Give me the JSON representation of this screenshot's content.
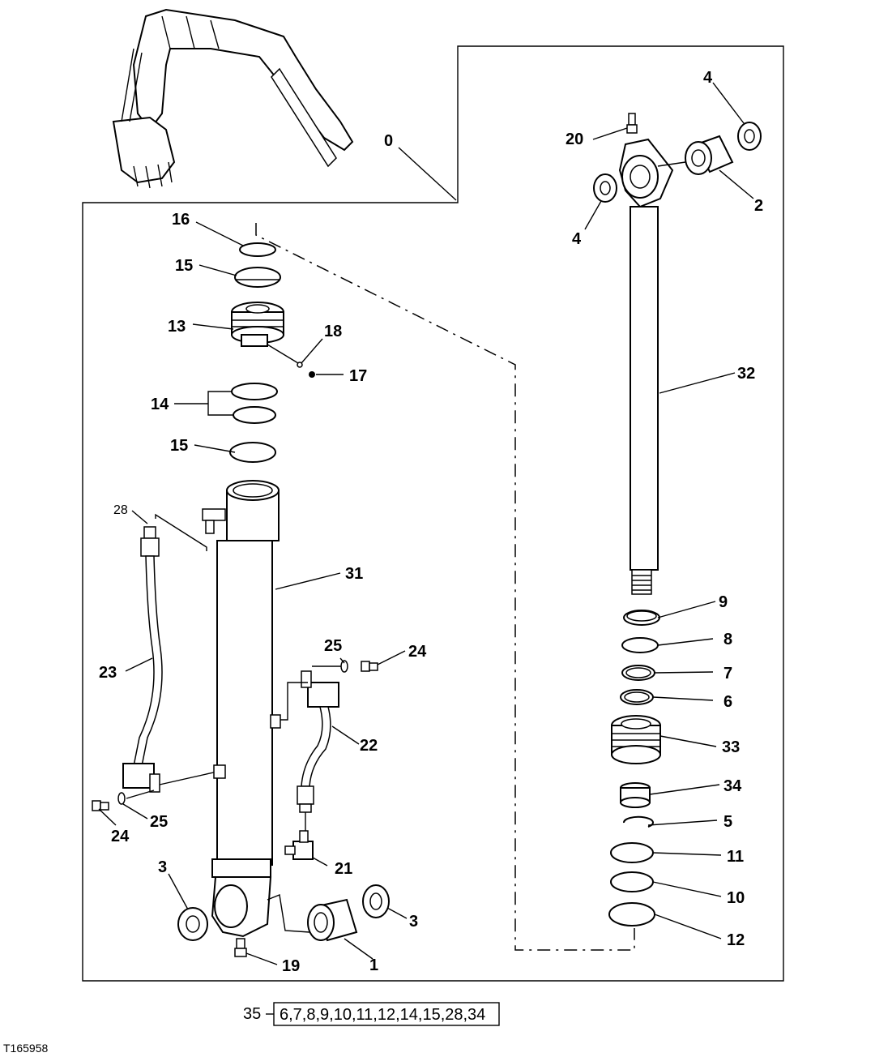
{
  "figure_id": "T165958",
  "callouts": {
    "c0": "0",
    "c16": "16",
    "c15a": "15",
    "c13": "13",
    "c18": "18",
    "c17": "17",
    "c14": "14",
    "c15b": "15",
    "c28": "28",
    "c31": "31",
    "c23": "23",
    "c25a": "25",
    "c24a": "24",
    "c22": "22",
    "c25b": "25",
    "c24b": "24",
    "c21": "21",
    "c3a": "3",
    "c3b": "3",
    "c19": "19",
    "c1": "1",
    "c4a": "4",
    "c20": "20",
    "c2": "2",
    "c4b": "4",
    "c32": "32",
    "c9": "9",
    "c8": "8",
    "c7": "7",
    "c6": "6",
    "c33": "33",
    "c34": "34",
    "c5": "5",
    "c11": "11",
    "c10": "10",
    "c12": "12"
  },
  "kit": {
    "number": "35",
    "parts": "6,7,8,9,10,11,12,14,15,28,34"
  }
}
